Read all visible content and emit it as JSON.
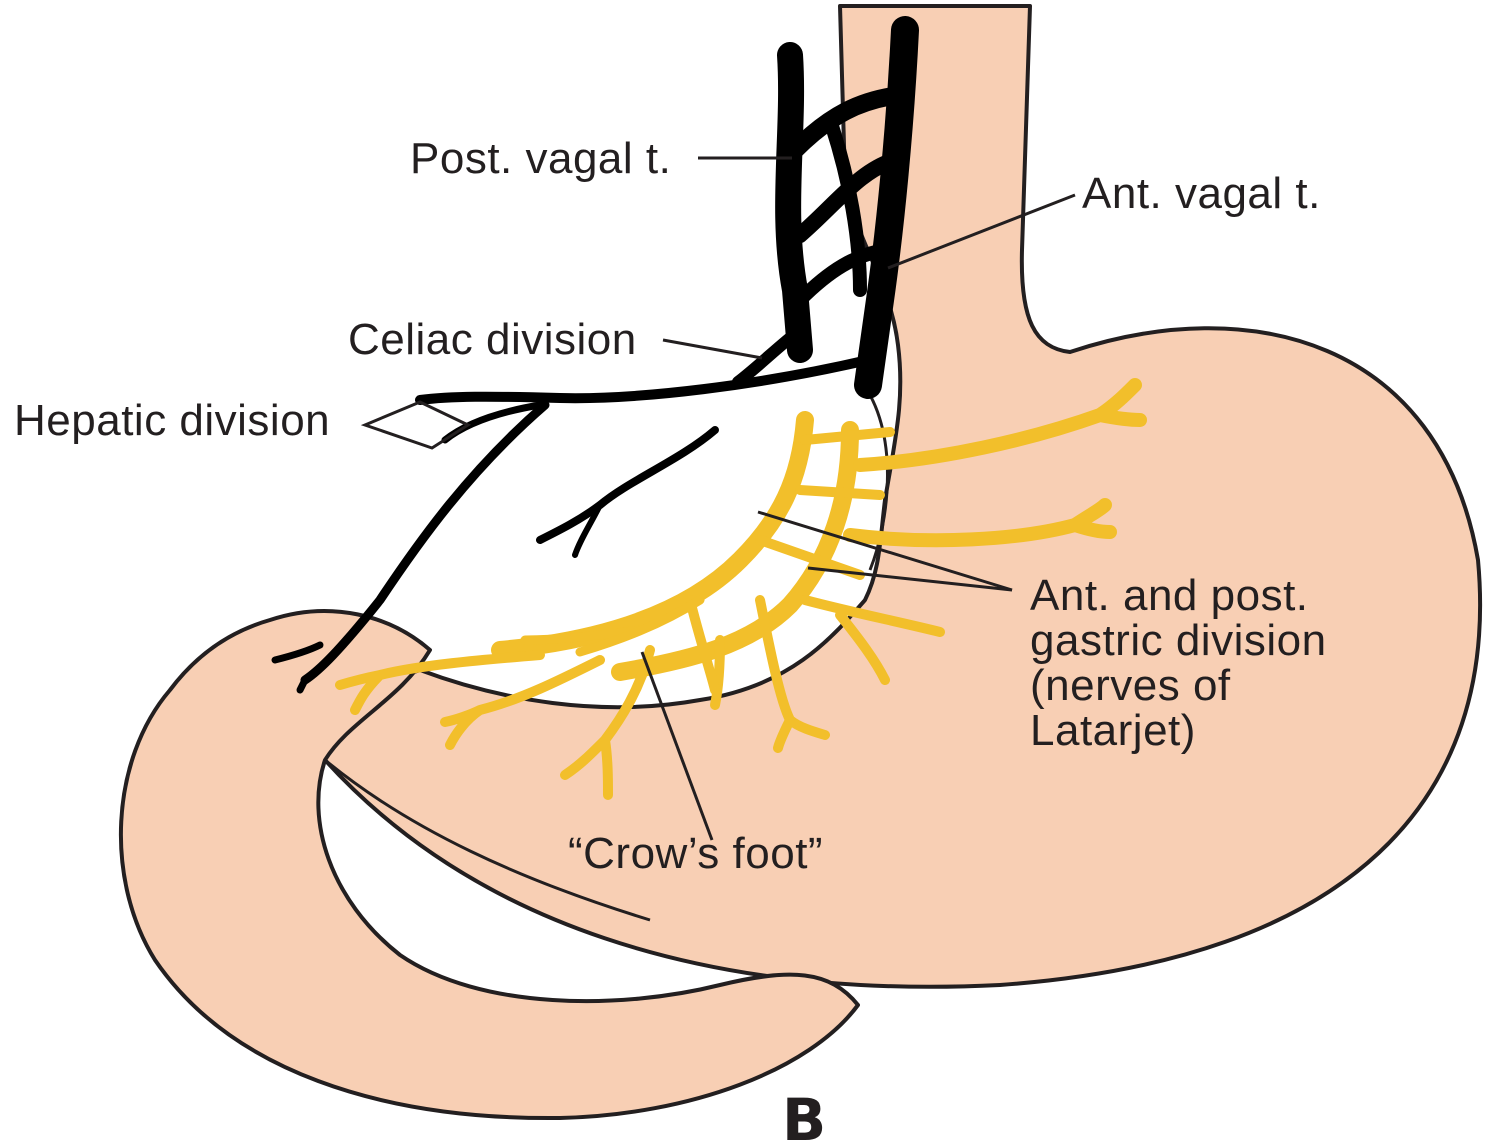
{
  "labels": {
    "post_vagal": "Post. vagal t.",
    "ant_vagal": "Ant. vagal t.",
    "celiac": "Celiac division",
    "hepatic": "Hepatic division",
    "gastric_line1": "Ant. and post.",
    "gastric_line2": "gastric division",
    "gastric_line3": "(nerves of",
    "gastric_line4": "Latarjet)",
    "crows_foot": "“Crow’s foot”",
    "panel": "B"
  },
  "colors": {
    "tissue": "#f8cfb4",
    "nerve_gold": "#f2bf2b",
    "vagus": "#000000",
    "outline": "#231f20",
    "background": "#ffffff"
  }
}
